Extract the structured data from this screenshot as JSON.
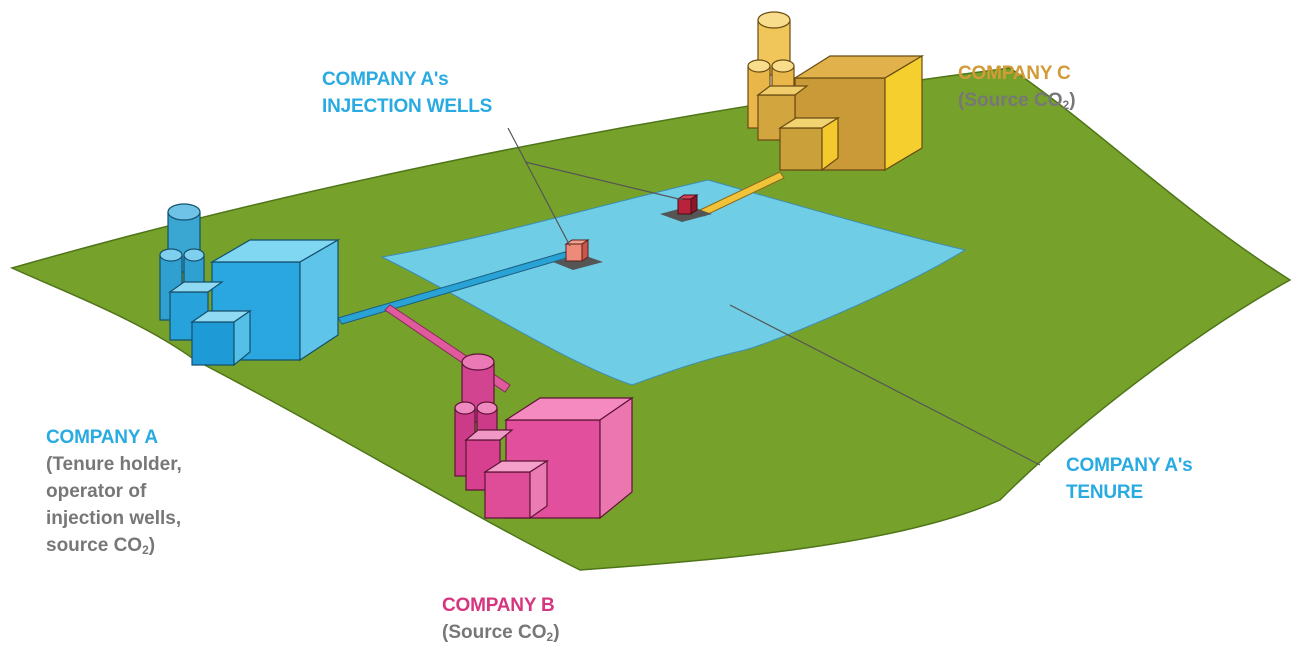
{
  "colors": {
    "ground": "#76a22b",
    "tenure": "#6fcde6",
    "company_a": "#1fa6d8",
    "company_b": "#e14f9d",
    "company_c": "#e7b43a",
    "leader_line": "#555555"
  },
  "labels": {
    "injection_wells": {
      "line1": "COMPANY A's",
      "line2": "INJECTION WELLS"
    },
    "company_c": {
      "title": "COMPANY C",
      "sub_prefix": "(Source CO",
      "sub_subscript": "2",
      "sub_suffix": ")"
    },
    "company_a": {
      "title": "COMPANY A",
      "line1": "(Tenure holder,",
      "line2": "operator of",
      "line3": "injection wells,",
      "line4_prefix": "source CO",
      "line4_subscript": "2",
      "line4_suffix": ")"
    },
    "company_b": {
      "title": "COMPANY B",
      "sub_prefix": "(Source CO",
      "sub_subscript": "2",
      "sub_suffix": ")"
    },
    "tenure": {
      "line1": "COMPANY A's",
      "line2": "TENURE"
    }
  }
}
